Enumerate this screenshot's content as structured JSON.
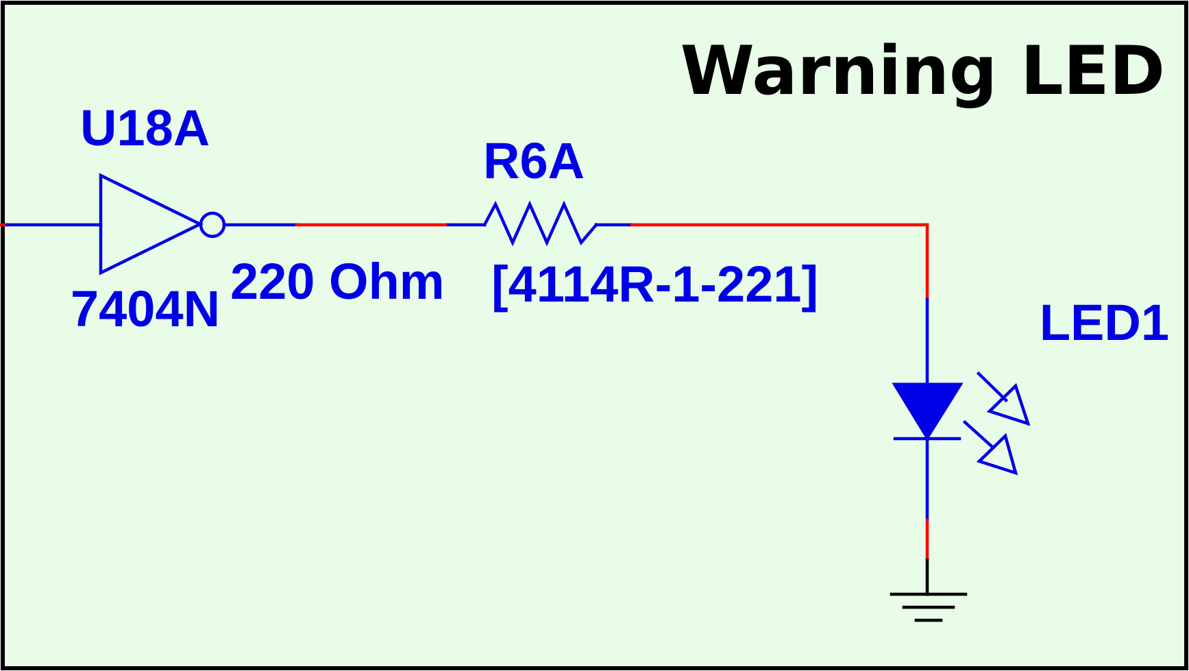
{
  "schematic": {
    "title": "Warning LED",
    "inverter": {
      "ref": "U18A",
      "part": "7404N"
    },
    "resistor": {
      "ref": "R6A",
      "value": "220 Ohm",
      "part_number": "[4114R-1-221]"
    },
    "led": {
      "ref": "LED1"
    }
  },
  "colors": {
    "background": "#e8fce8",
    "border": "#000000",
    "component": "#0000e6",
    "wire": "#ff0000",
    "ground_wire": "#000000",
    "title": "#000000"
  }
}
